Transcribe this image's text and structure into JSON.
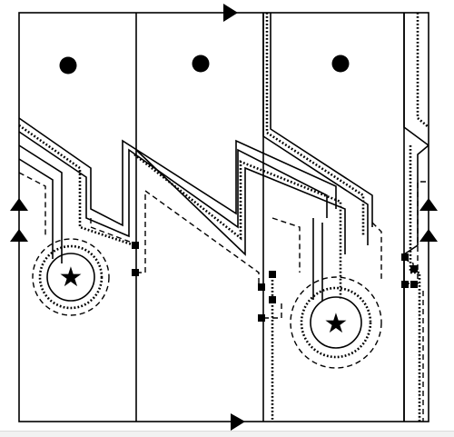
{
  "diagram": {
    "kind": "square-tiling-with-curves",
    "stroke_color": "#000000",
    "background": "#ffffff",
    "markers": {
      "star_count": 2,
      "dot_count": 3,
      "square_count": 10,
      "arrow_count": 6,
      "line_styles": [
        "solid",
        "dashed",
        "dotted"
      ]
    }
  }
}
